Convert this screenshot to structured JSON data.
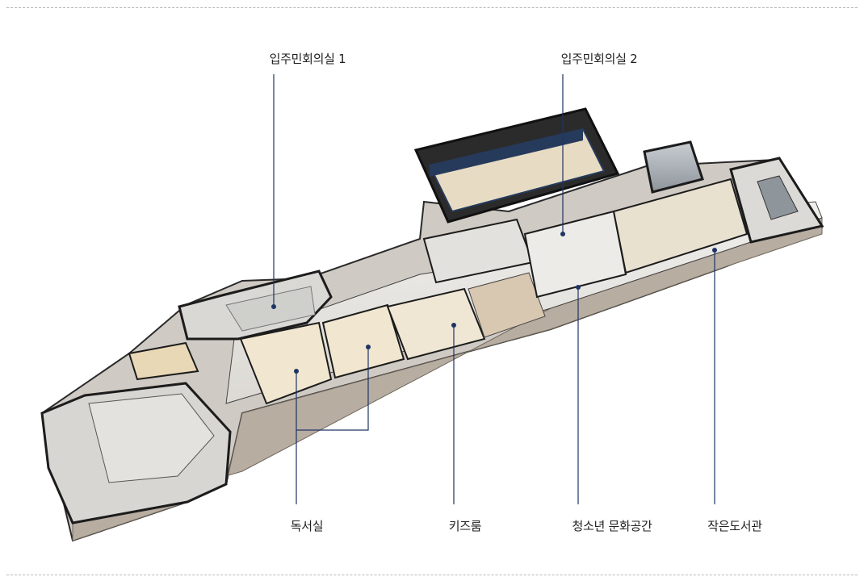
{
  "labels": {
    "lounge1": "입주민회의실 1",
    "lounge2": "입주민회의실 2",
    "reading": "독서실",
    "kids": "키즈룸",
    "youth": "청소년 문화공간",
    "library": "작은도서관"
  },
  "colors": {
    "line": "#1e3463",
    "wall": "#1c1c1c",
    "floor": "#e9e7e3",
    "facade": "#b8ada1",
    "court": "#e7dcc3",
    "court_wall": "#263a5c"
  }
}
